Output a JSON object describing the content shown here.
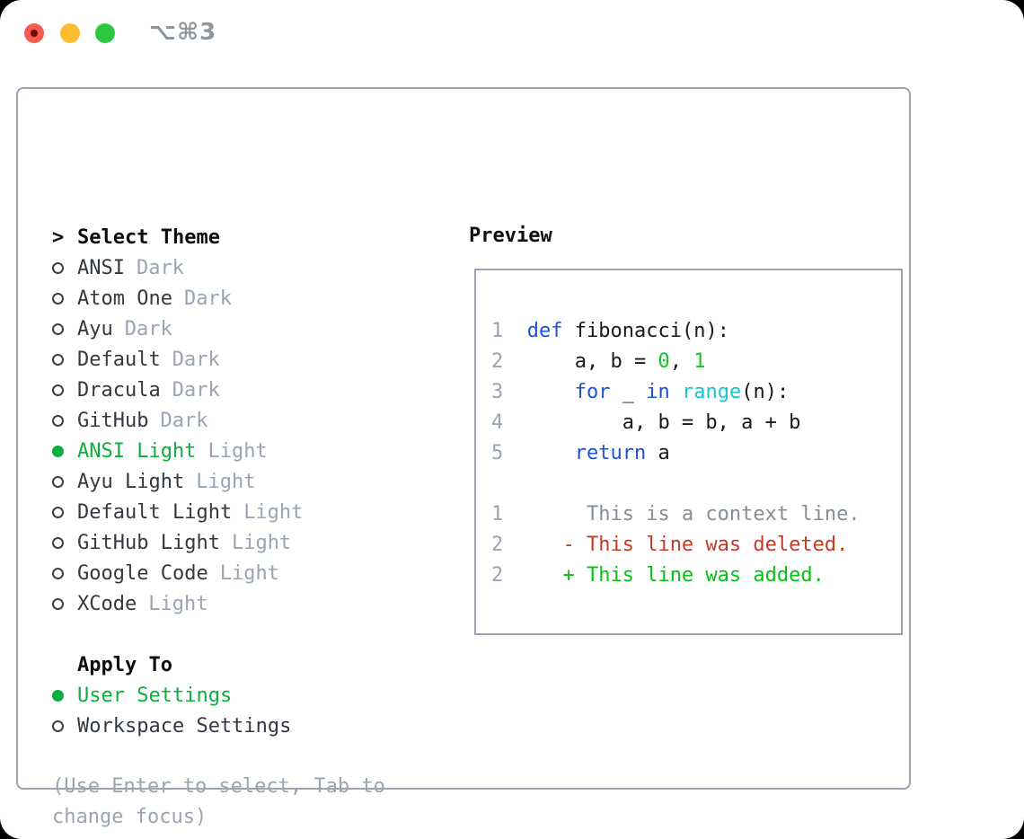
{
  "window": {
    "title": "⌥⌘3",
    "traffic_lights": [
      "close",
      "minimize",
      "zoom"
    ]
  },
  "theme_panel": {
    "heading_prefix": ">",
    "heading": "Select Theme",
    "items": [
      {
        "name": "ANSI",
        "tag": "Dark",
        "selected": false
      },
      {
        "name": "Atom One",
        "tag": "Dark",
        "selected": false
      },
      {
        "name": "Ayu",
        "tag": "Dark",
        "selected": false
      },
      {
        "name": "Default",
        "tag": "Dark",
        "selected": false
      },
      {
        "name": "Dracula",
        "tag": "Dark",
        "selected": false
      },
      {
        "name": "GitHub",
        "tag": "Dark",
        "selected": false
      },
      {
        "name": "ANSI Light",
        "tag": "Light",
        "selected": true
      },
      {
        "name": "Ayu Light",
        "tag": "Light",
        "selected": false
      },
      {
        "name": "Default Light",
        "tag": "Light",
        "selected": false
      },
      {
        "name": "GitHub Light",
        "tag": "Light",
        "selected": false
      },
      {
        "name": "Google Code",
        "tag": "Light",
        "selected": false
      },
      {
        "name": "XCode",
        "tag": "Light",
        "selected": false
      }
    ],
    "apply_to": {
      "heading": "Apply To",
      "options": [
        {
          "name": "User Settings",
          "selected": true
        },
        {
          "name": "Workspace Settings",
          "selected": false
        }
      ]
    },
    "help_lines": [
      "(Use Enter to select, Tab to",
      "change focus)"
    ]
  },
  "preview": {
    "heading": "Preview",
    "lines": [
      {
        "num": "1",
        "tokens": [
          {
            "t": "def",
            "c": "kw"
          },
          {
            "t": " fibonacci(n):",
            "c": "plain"
          }
        ]
      },
      {
        "num": "2",
        "tokens": [
          {
            "t": "    a, b = ",
            "c": "plain"
          },
          {
            "t": "0",
            "c": "lit"
          },
          {
            "t": ", ",
            "c": "plain"
          },
          {
            "t": "1",
            "c": "lit"
          }
        ]
      },
      {
        "num": "3",
        "tokens": [
          {
            "t": "    ",
            "c": "plain"
          },
          {
            "t": "for",
            "c": "kw"
          },
          {
            "t": " _ ",
            "c": "plain"
          },
          {
            "t": "in",
            "c": "kw"
          },
          {
            "t": " ",
            "c": "plain"
          },
          {
            "t": "range",
            "c": "fn"
          },
          {
            "t": "(n):",
            "c": "plain"
          }
        ]
      },
      {
        "num": "4",
        "tokens": [
          {
            "t": "        a, b = b, a + b",
            "c": "plain"
          }
        ]
      },
      {
        "num": "5",
        "tokens": [
          {
            "t": "    ",
            "c": "plain"
          },
          {
            "t": "return",
            "c": "kw"
          },
          {
            "t": " a",
            "c": "plain"
          }
        ]
      },
      {
        "num": "",
        "tokens": []
      },
      {
        "num": "1",
        "tokens": [
          {
            "t": "     This is a context line.",
            "c": "ctx"
          }
        ]
      },
      {
        "num": "2",
        "tokens": [
          {
            "t": "   - This line was deleted.",
            "c": "del"
          }
        ]
      },
      {
        "num": "2",
        "tokens": [
          {
            "t": "   + This line was added.",
            "c": "add"
          }
        ]
      }
    ]
  },
  "colors": {
    "accent_green": "#0dae3e",
    "added_green": "#04c113",
    "literal_green": "#15c326",
    "keyword_blue": "#1e52d6",
    "function_cyan": "#15c6d0",
    "deleted_red": "#c43b25",
    "context_gray": "#858e97",
    "muted_gray": "#9aa4b2",
    "text_dark": "#33393f",
    "border_gray": "#9aa3ae",
    "titlebar_gray": "#8e969e",
    "traffic_red": "#f45c51",
    "traffic_yellow": "#fdbc2e",
    "traffic_green": "#2cc63f"
  }
}
